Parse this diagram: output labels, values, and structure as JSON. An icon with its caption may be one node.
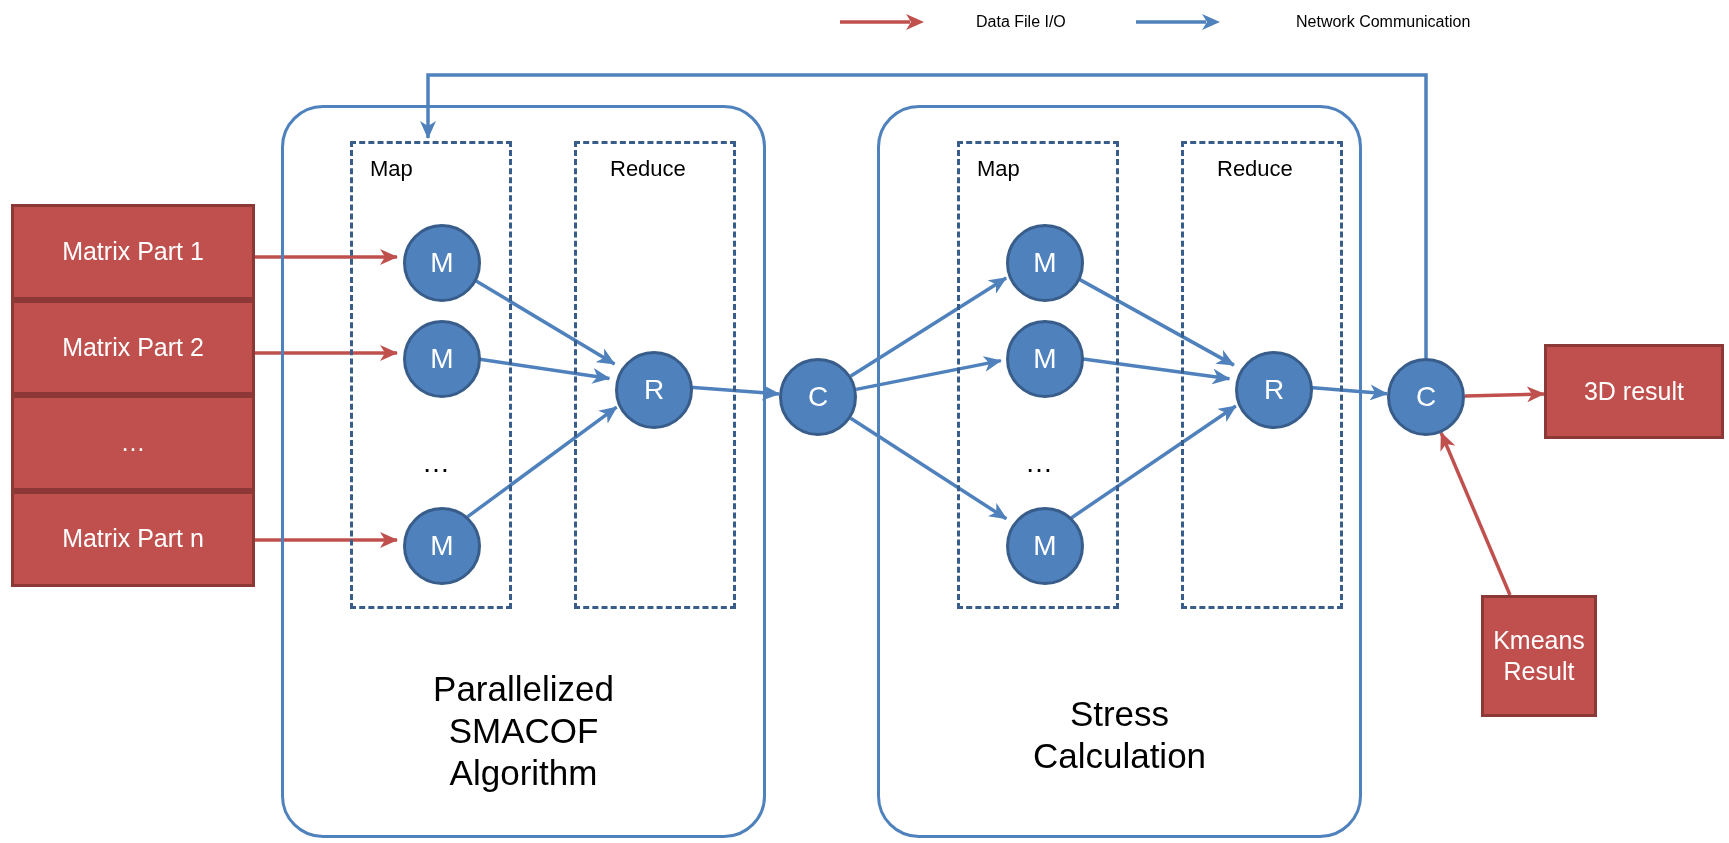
{
  "diagram": {
    "nodes": [
      {
        "text": [
          "Matrix Part 1"
        ]
      },
      {
        "text": [
          "Matrix Part 2"
        ]
      },
      {
        "text": [
          "…"
        ]
      },
      {
        "text": [
          "Matrix Part n"
        ]
      },
      {
        "text": [
          "Parallelized SMACOF Algorithm"
        ]
      },
      {
        "text": [
          "Map"
        ],
        "in": 4
      },
      {
        "text": [
          "Reduce"
        ],
        "in": 4
      },
      {
        "text": [
          "M"
        ],
        "in": 5
      },
      {
        "text": [
          "M"
        ],
        "in": 5
      },
      {
        "text": [
          "M"
        ],
        "in": 5
      },
      {
        "text": [
          "R"
        ],
        "in": 6
      },
      {
        "text": [
          "C"
        ]
      },
      {
        "text": [
          "Stress Calculation"
        ]
      },
      {
        "text": [
          "Map"
        ],
        "in": 12
      },
      {
        "text": [
          "Reduce"
        ],
        "in": 12
      },
      {
        "text": [
          "M"
        ],
        "in": 13
      },
      {
        "text": [
          "M"
        ],
        "in": 13
      },
      {
        "text": [
          "M"
        ],
        "in": 13
      },
      {
        "text": [
          "R"
        ],
        "in": 14
      },
      {
        "text": [
          "C"
        ]
      },
      {
        "text": [
          "3D result"
        ]
      },
      {
        "text": [
          "Kmeans Result"
        ]
      }
    ],
    "edges": [
      {
        "from": 0,
        "to": 7,
        "arrow": "to",
        "color": "#c0504d"
      },
      {
        "from": 1,
        "to": 8,
        "arrow": "to",
        "color": "#c0504d"
      },
      {
        "from": 3,
        "to": 9,
        "arrow": "to",
        "color": "#c0504d"
      },
      {
        "from": 7,
        "to": 10,
        "arrow": "to"
      },
      {
        "from": 8,
        "to": 10,
        "arrow": "to"
      },
      {
        "from": 9,
        "to": 10,
        "arrow": "to"
      },
      {
        "from": 10,
        "to": 11,
        "arrow": "to"
      },
      {
        "from": 11,
        "to": 15,
        "arrow": "to"
      },
      {
        "from": 11,
        "to": 16,
        "arrow": "to"
      },
      {
        "from": 11,
        "to": 17,
        "arrow": "to"
      },
      {
        "from": 15,
        "to": 18,
        "arrow": "to"
      },
      {
        "from": 16,
        "to": 18,
        "arrow": "to"
      },
      {
        "from": 17,
        "to": 18,
        "arrow": "to"
      },
      {
        "from": 18,
        "to": 19,
        "arrow": "to"
      },
      {
        "from": 19,
        "to": 20,
        "arrow": "to",
        "color": "#c0504d"
      },
      {
        "from": 21,
        "to": 19,
        "arrow": "to",
        "color": "#c0504d"
      },
      {
        "from": 19,
        "to": 5,
        "arrow": "to"
      }
    ],
    "labels": [
      "…",
      "…"
    ],
    "legend": [
      {
        "text": "Data File I/O",
        "color": "#c0504d"
      },
      {
        "text": "Network Communication",
        "color": "#4f81bd"
      }
    ]
  }
}
